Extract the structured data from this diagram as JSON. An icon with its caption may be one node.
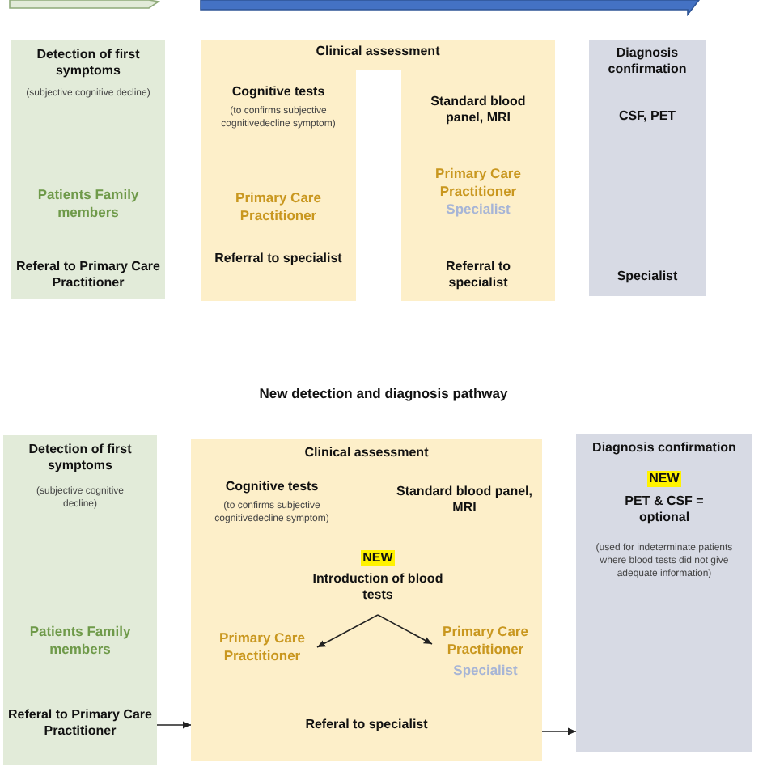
{
  "diagram": {
    "nodes": [
      {
        "text": [
          "Detection of first symptoms",
          "(subjective cognitive decline)",
          "Patients Family members",
          "Referal to Primary Care Practitioner"
        ]
      },
      {
        "text": [
          "Clinical assessment"
        ]
      },
      {
        "text": [
          "Cognitive tests",
          "(to confirms subjective cognitivedecline symptom)",
          "Primary Care Practitioner",
          "Referral to specialist"
        ],
        "in": 1
      },
      {
        "text": [
          "Standard blood panel, MRI",
          "Primary Care Practitioner",
          "Specialist",
          "Referral to specialist"
        ],
        "in": 1
      },
      {
        "text": [
          "Diagnosis confirmation",
          "CSF, PET",
          "Specialist"
        ]
      },
      {
        "text": [
          "Detection of first symptoms",
          "(subjective cognitive decline)",
          "Patients Family members",
          "Referal to Primary Care Practitioner"
        ]
      },
      {
        "text": [
          "Clinical assessment",
          "Cognitive tests",
          "(to confirms subjective cognitivedecline symptom)",
          "Standard blood panel, MRI",
          "Referal to specialist"
        ]
      },
      {
        "text": [
          "NEW",
          "Introduction of blood tests"
        ],
        "in": 6
      },
      {
        "text": [
          "Primary Care Practitioner"
        ],
        "in": 6
      },
      {
        "text": [
          "Primary Care Practitioner",
          "Specialist"
        ],
        "in": 6
      },
      {
        "text": [
          "Diagnosis confirmation",
          "NEW",
          "PET & CSF = optional",
          "(used for indeterminate patients where blood tests did not give adequate information)"
        ]
      }
    ],
    "edges": [
      {
        "from": 5,
        "to": 6,
        "arrow": "to"
      },
      {
        "from": 6,
        "to": 10,
        "arrow": "to"
      },
      {
        "from": 7,
        "to": 8,
        "arrow": "to"
      },
      {
        "from": 7,
        "to": 9,
        "arrow": "to"
      }
    ],
    "labels": [
      "New detection and diagnosis pathway"
    ]
  }
}
